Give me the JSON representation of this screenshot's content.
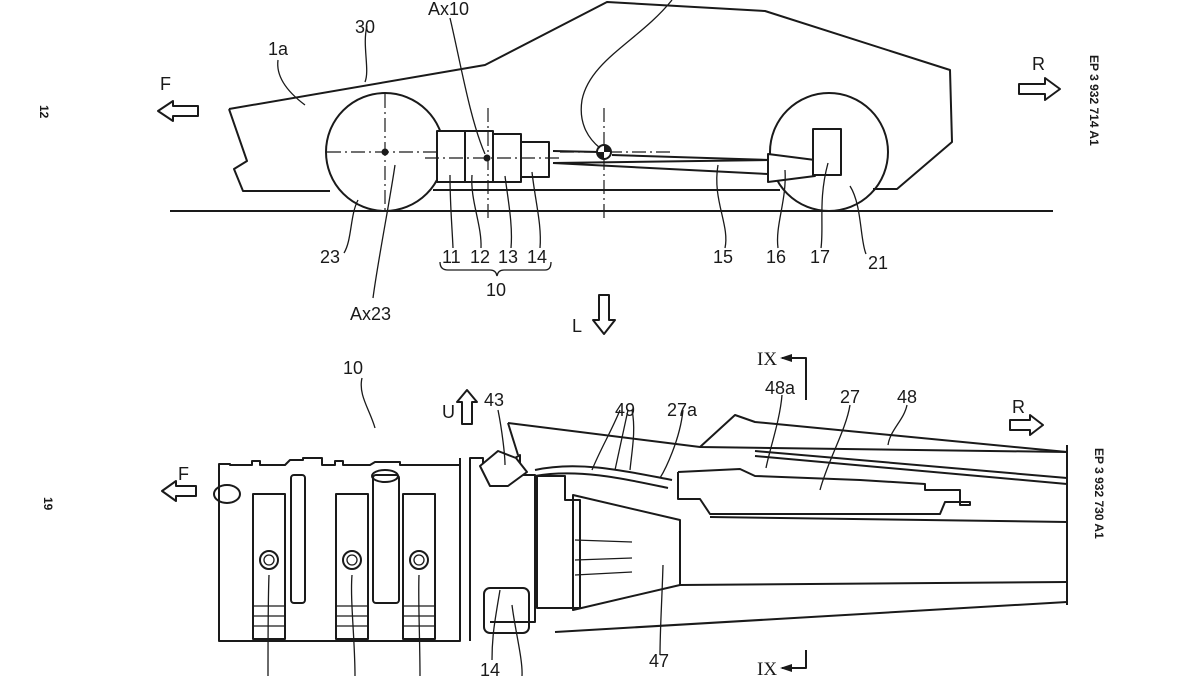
{
  "page": {
    "left_page_numbers": [
      "12",
      "19"
    ],
    "patent_numbers": [
      "EP 3 932 714 A1",
      "EP 3 932 730 A1"
    ]
  },
  "top_figure": {
    "labels": {
      "vehicle": "1a",
      "body": "30",
      "axis_engine": "Ax10",
      "front_wheel": "23",
      "axis_front_wheel": "Ax23",
      "engine_parts": [
        "11",
        "12",
        "13",
        "14"
      ],
      "powertrain": "10",
      "shaft": "15",
      "gear": "16",
      "unit": "17",
      "rear_wheel": "21"
    },
    "directions": {
      "front": "F",
      "rear": "R",
      "left": "L"
    }
  },
  "bottom_figure": {
    "labels": {
      "powertrain": "10",
      "part_43": "43",
      "part_49": "49",
      "part_27a": "27a",
      "part_48a": "48a",
      "part_27": "27",
      "part_48": "48",
      "part_14": "14",
      "part_47": "47",
      "section": "IX"
    },
    "directions": {
      "front": "F",
      "up": "U",
      "rear": "R"
    }
  },
  "colors": {
    "ink": "#1a1a1a",
    "paper": "#ffffff"
  }
}
